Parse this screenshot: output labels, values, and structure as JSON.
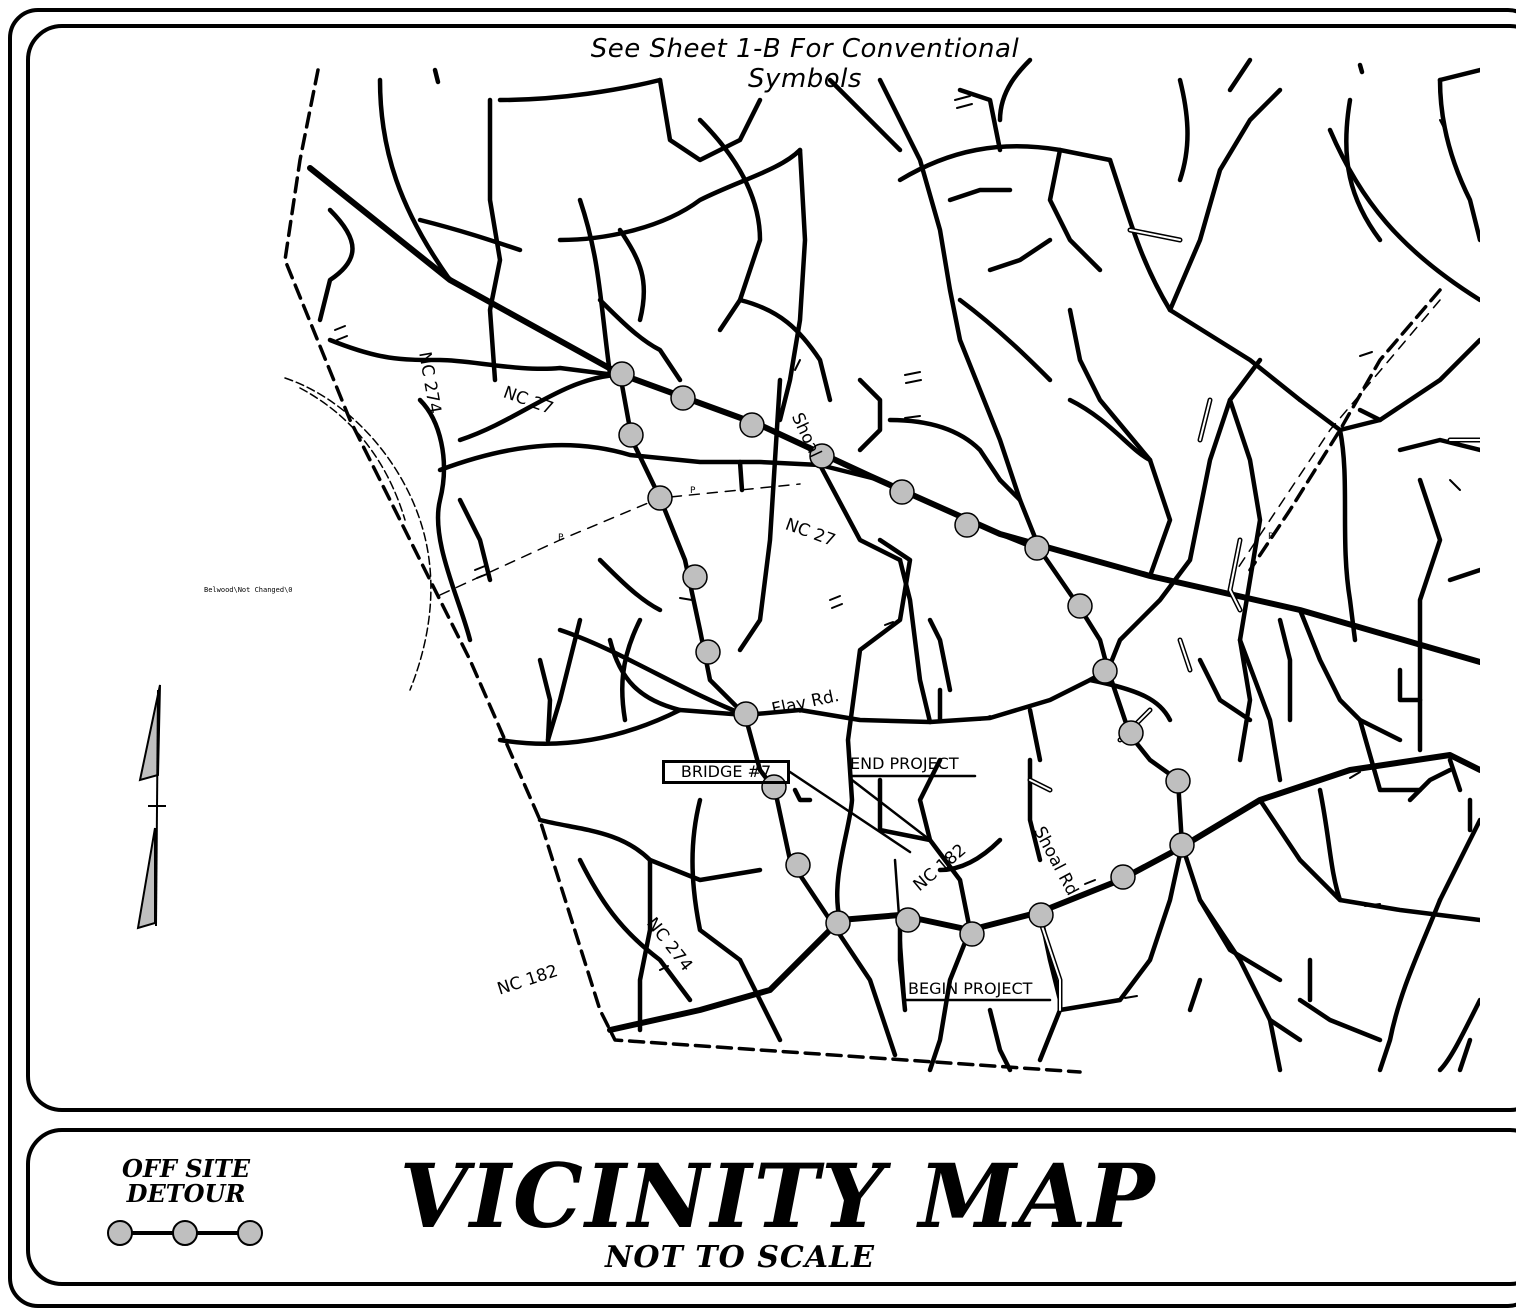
{
  "sheet": {
    "note": "See Sheet 1-B For Conventional Symbols",
    "file_reference": "Belwood\\Not Changed\\0"
  },
  "map": {
    "road_labels": [
      {
        "id": "nc27-west",
        "text": "NC 27"
      },
      {
        "id": "nc274-north",
        "text": "NC 274"
      },
      {
        "id": "shoal-north",
        "text": "Shoal"
      },
      {
        "id": "nc27-mid",
        "text": "NC 27"
      },
      {
        "id": "flay-rd",
        "text": "Flay Rd."
      },
      {
        "id": "shoal-rd",
        "text": "Shoal Rd."
      },
      {
        "id": "nc182-mid",
        "text": "NC 182"
      },
      {
        "id": "nc274-south",
        "text": "NC 274"
      },
      {
        "id": "nc182-west",
        "text": "NC 182"
      }
    ],
    "callouts": {
      "bridge": "BRIDGE #7",
      "end_project": "END PROJECT",
      "begin_project": "BEGIN PROJECT"
    },
    "power_line_marker": "P",
    "colors": {
      "line": "#000000",
      "detour_marker_fill": "#bfbfbf",
      "background": "#ffffff"
    },
    "icons": [
      "north-arrow-icon",
      "detour-marker-icon",
      "bridge-symbol-icon"
    ]
  },
  "legend": {
    "off_site_line1": "OFF  SITE",
    "off_site_line2": "DETOUR",
    "title": "VICINITY  MAP",
    "subtitle": "NOT  TO  SCALE"
  }
}
